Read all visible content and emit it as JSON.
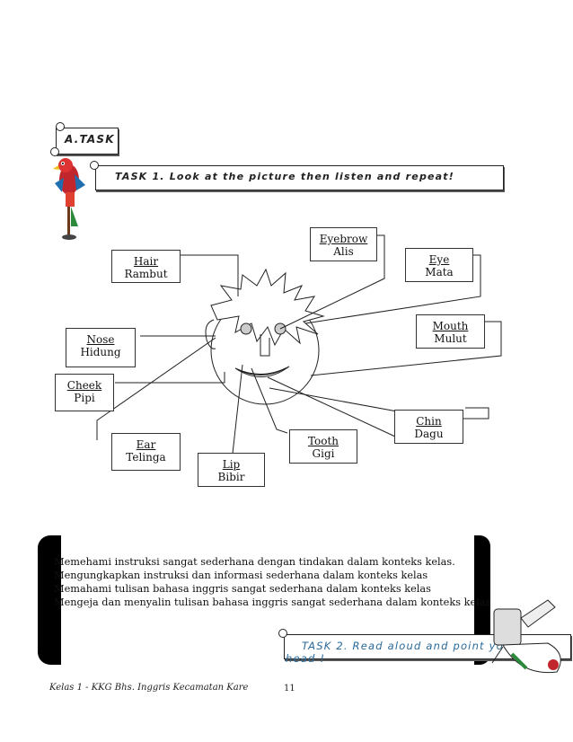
{
  "section": {
    "title": "A.TASK"
  },
  "task1": {
    "title": "TASK 1. Look at the picture then listen and repeat!"
  },
  "labels": {
    "eyebrow": {
      "en": "Eyebrow",
      "id": "Alis"
    },
    "hair": {
      "en": "Hair",
      "id": "Rambut"
    },
    "eye": {
      "en": "Eye",
      "id": "Mata"
    },
    "mouth": {
      "en": "Mouth",
      "id": "Mulut"
    },
    "nose": {
      "en": "Nose",
      "id": "Hidung"
    },
    "cheek": {
      "en": "Cheek",
      "id": "Pipi"
    },
    "chin": {
      "en": "Chin",
      "id": "Dagu"
    },
    "ear": {
      "en": "Ear",
      "id": "Telinga"
    },
    "tooth": {
      "en": "Tooth",
      "id": "Gigi"
    },
    "lip": {
      "en": "Lip",
      "id": "Bibir"
    }
  },
  "objectives": [
    "Memehami instruksi sangat sederhana dengan tindakan dalam konteks kelas.",
    "Mengungkapkan instruksi dan informasi sederhana dalam konteks kelas",
    "Memahami tulisan bahasa inggris sangat sederhana dalam konteks kelas",
    "Mengeja dan menyalin tulisan bahasa inggris sangat sederhana dalam konteks kelas"
  ],
  "task2": {
    "title_line1": "TASK 2. Read aloud and point your own",
    "title_line2": "head !"
  },
  "footer": {
    "left": "Kelas 1 - KKG Bhs. Inggris Kecamatan Kare",
    "page": "11"
  },
  "colors": {
    "accent": "#2a6a9a",
    "parrot": "#c0262b"
  }
}
